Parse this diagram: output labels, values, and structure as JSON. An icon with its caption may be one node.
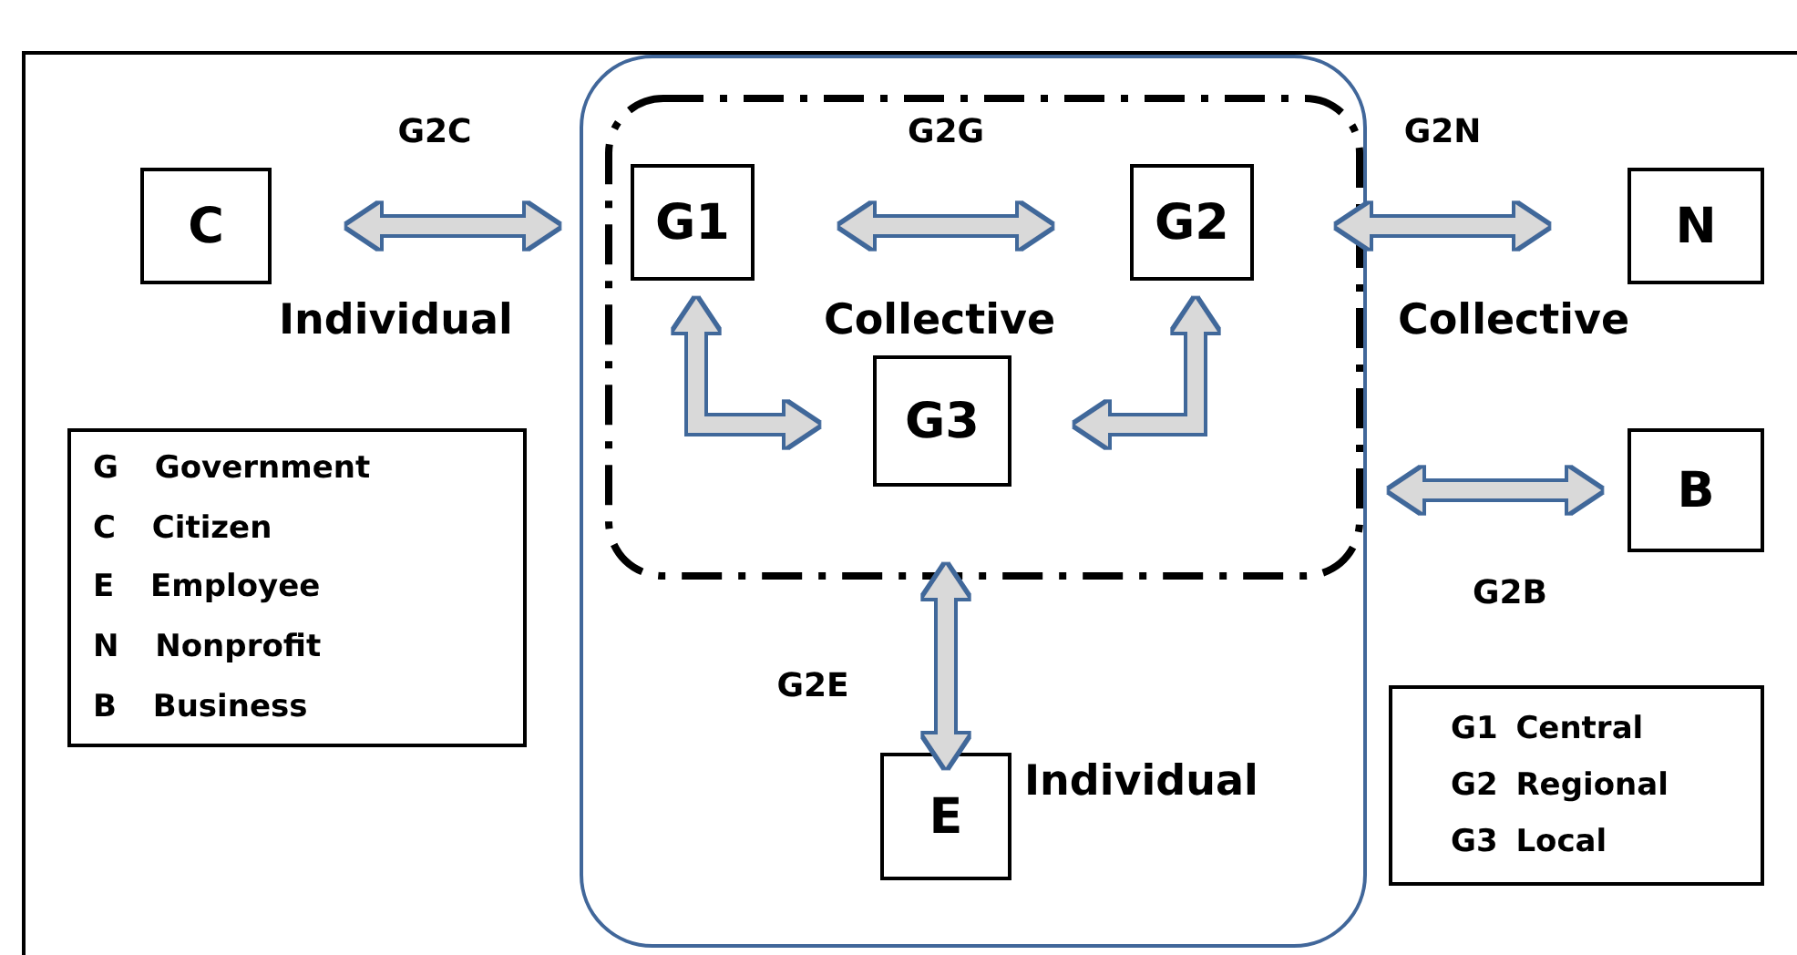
{
  "diagram": {
    "nodes": [
      {
        "text": [],
        "shape": "box"
      },
      {
        "text": [],
        "shape": "box",
        "in": 0
      },
      {
        "text": [
          "C"
        ]
      },
      {
        "text": [
          "G1"
        ],
        "in": 1
      },
      {
        "text": [
          "G2"
        ],
        "in": 1
      },
      {
        "text": [
          "N"
        ]
      },
      {
        "text": [
          "G3"
        ],
        "in": 1
      },
      {
        "text": [
          "B"
        ]
      },
      {
        "text": [
          "E"
        ],
        "in": 0
      },
      {
        "text": [
          "G Government",
          "C Citizen",
          "E Employee",
          "N Nonprofit",
          "B Business"
        ]
      },
      {
        "text": [
          "G1 Central",
          "G2 Regional",
          "G3 Local"
        ]
      }
    ],
    "edges": [
      {
        "from": 2,
        "to": 3,
        "arrow": "both",
        "label": "G2C"
      },
      {
        "from": 3,
        "to": 4,
        "arrow": "both",
        "label": "G2G"
      },
      {
        "from": 4,
        "to": 5,
        "arrow": "both",
        "label": "G2N"
      },
      {
        "from": 3,
        "to": 6,
        "arrow": "both"
      },
      {
        "from": 4,
        "to": 6,
        "arrow": "both"
      },
      {
        "from": 1,
        "to": 7,
        "arrow": "both",
        "label": "G2B"
      },
      {
        "from": 1,
        "to": 8,
        "arrow": "both",
        "label": "G2E"
      }
    ],
    "labels": [
      "Individual",
      "Collective",
      "Collective",
      "Individual"
    ]
  }
}
